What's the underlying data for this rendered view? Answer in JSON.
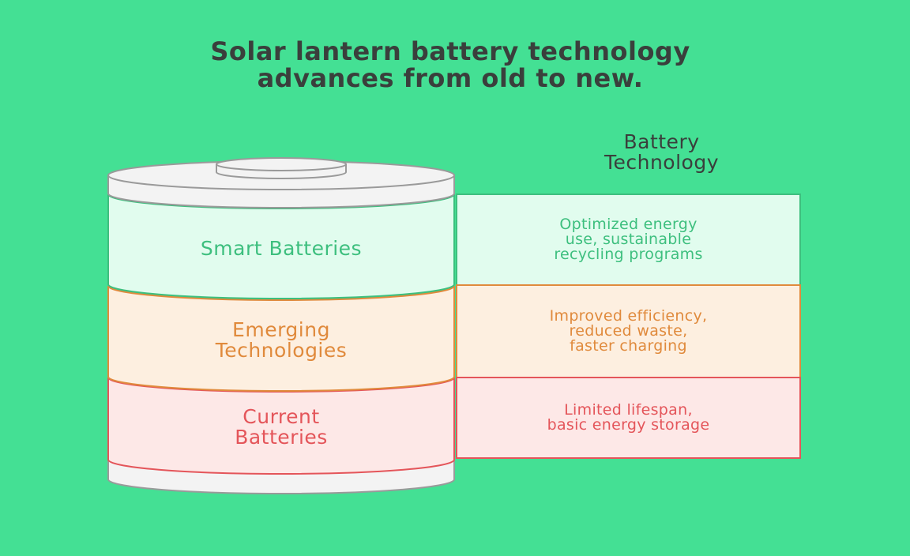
{
  "title": {
    "line1": "Solar lantern battery technology",
    "line2": "advances from old to new."
  },
  "column_header": {
    "line1": "Battery",
    "line2": "Technology"
  },
  "colors": {
    "background": "#44e094",
    "smart": "#3dbf7e",
    "smart_fill": "#e1fcee",
    "emerging": "#e08a3c",
    "emerging_fill": "#fdefe0",
    "current": "#e4555a",
    "current_fill": "#fde8e7",
    "casing": "#9a9a9a",
    "casing_fill": "#f3f3f3",
    "title_text": "#3a3f3c"
  },
  "layers": [
    {
      "id": "smart",
      "label": [
        "Smart Batteries"
      ],
      "description": [
        "Optimized energy",
        "use, sustainable",
        "recycling programs"
      ]
    },
    {
      "id": "emerging",
      "label": [
        "Emerging",
        "Technologies"
      ],
      "description": [
        "Improved efficiency,",
        "reduced waste,",
        "faster charging"
      ]
    },
    {
      "id": "current",
      "label": [
        "Current",
        "Batteries"
      ],
      "description": [
        "Limited lifespan,",
        "basic energy storage"
      ]
    }
  ]
}
